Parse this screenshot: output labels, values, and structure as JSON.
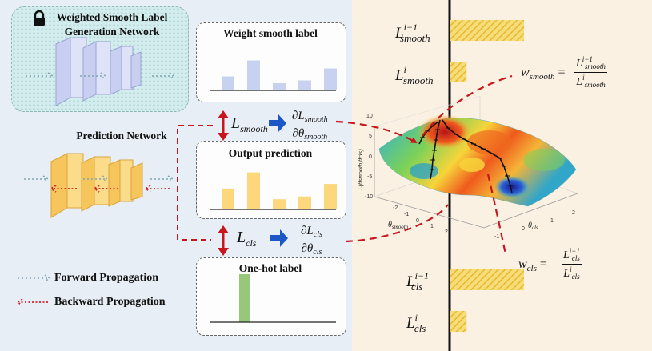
{
  "left": {
    "gen_title_line1": "Weighted Smooth Label",
    "gen_title_line2": "Generation Network",
    "pred_title": "Prediction Network",
    "weight_box_title": "Weight smooth label",
    "output_box_title": "Output prediction",
    "onehot_box_title": "One-hot label",
    "l_smooth_main": "L",
    "l_smooth_sub": "smooth",
    "l_cls_main": "L",
    "l_cls_sub": "cls",
    "grad_smooth_num": "∂L",
    "grad_smooth_num_sub": "smooth",
    "grad_smooth_den": "∂θ",
    "grad_smooth_den_sub": "smooth",
    "grad_cls_num": "∂L",
    "grad_cls_num_sub": "cls",
    "grad_cls_den": "∂θ",
    "grad_cls_den_sub": "cls",
    "legend_forward": "Forward Propagation",
    "legend_backward": "Backward Propagation"
  },
  "bars": {
    "weight_smooth": [
      0.35,
      0.75,
      0.18,
      0.25,
      0.55
    ],
    "output_prediction": [
      0.45,
      0.8,
      0.22,
      0.28,
      0.55
    ],
    "one_hot": [
      1.0
    ]
  },
  "right": {
    "L": "L",
    "sup_prev": "i−1",
    "sup_cur": "i",
    "sub_smooth": "smooth",
    "sub_cls": "cls",
    "w": "w",
    "w_smooth_sub": "smooth",
    "w_cls_sub": "cls",
    "eq": "=",
    "bars": {
      "smooth_prev": 1.0,
      "smooth_cur": 0.22,
      "cls_prev": 1.0,
      "cls_cur": 0.22
    },
    "plot": {
      "z_ticks": [
        "10",
        "5",
        "0",
        "-5",
        "-10"
      ],
      "x_ticks": [
        "-2",
        "-1",
        "0",
        "1",
        "2"
      ],
      "y_ticks": [
        "2",
        "1",
        "0",
        "-1"
      ],
      "z_label": "L(θsmooth,θcls)",
      "x_label_main": "θ",
      "x_label_sub": "smooth",
      "y_label_main": "θ",
      "y_label_sub": "cls"
    }
  },
  "colors": {
    "left_bg": "#e8eef6",
    "right_bg": "#faf1e3",
    "smooth_bar": "#c6d2ef",
    "pred_bar": "#fcd77c",
    "onehot_bar": "#96c77a",
    "hatch_bar": "#f3d15f",
    "red_arrow": "#c8161d",
    "blue_arrow": "#1c57c7"
  }
}
